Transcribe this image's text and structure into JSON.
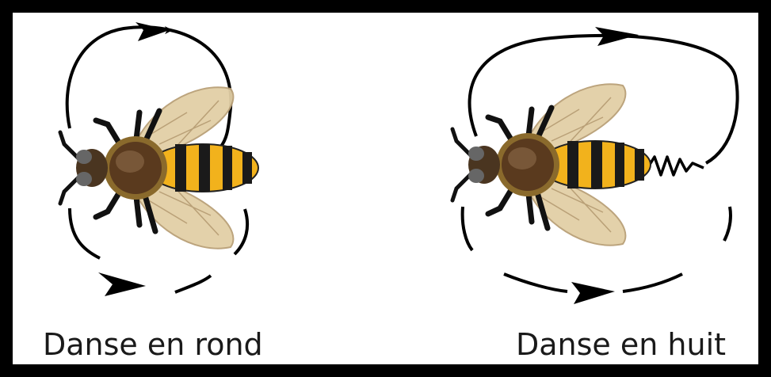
{
  "panels": [
    {
      "id": "round",
      "caption": "Danse en rond"
    },
    {
      "id": "waggle",
      "caption": "Danse en huit"
    }
  ],
  "colors": {
    "border": "#000000",
    "background": "#ffffff",
    "path": "#000000",
    "bee_stripe_yellow": "#f2b21c",
    "bee_stripe_black": "#1a1a1a",
    "bee_thorax": "#5a3a1e",
    "bee_wing": "#d8c49a"
  }
}
